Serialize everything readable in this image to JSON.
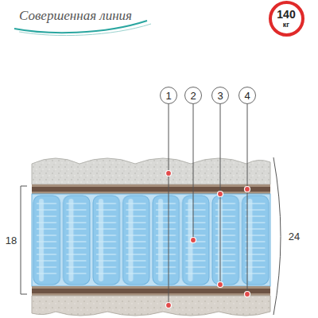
{
  "diagram": {
    "title": "Совершенная линия",
    "nodes": [
      {
        "text": [
          "140",
          "кг"
        ]
      },
      {
        "text": [
          "1"
        ]
      },
      {
        "text": [
          "2"
        ]
      },
      {
        "text": [
          "3"
        ]
      },
      {
        "text": [
          "4"
        ]
      }
    ],
    "labels": [
      "18",
      "24"
    ]
  }
}
